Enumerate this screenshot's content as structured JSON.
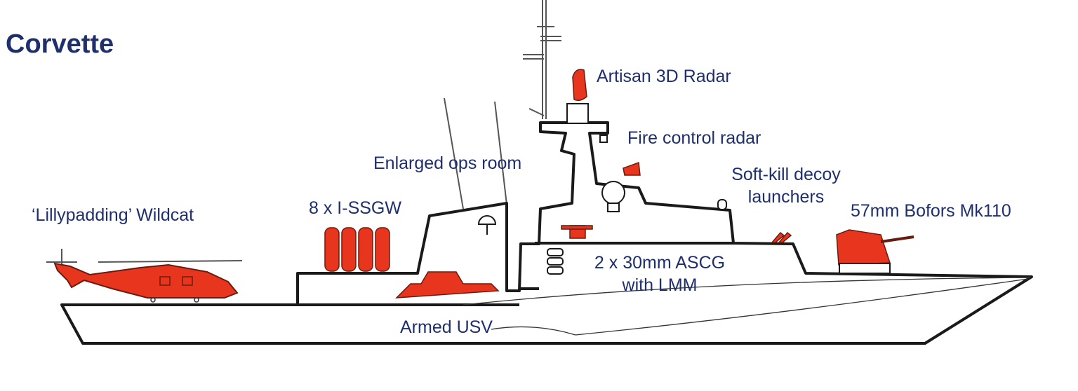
{
  "title": "Corvette",
  "colors": {
    "label": "#1f2f6e",
    "weapon": "#e8361e",
    "hull_stroke": "#1a1a1a",
    "highlight": "#d9d9d9"
  },
  "labels": {
    "wildcat": "‘Lillypadding’ Wildcat",
    "ssgw": "8 x I-SSGW",
    "ops_room": "Enlarged ops room",
    "radar_3d": "Artisan 3D Radar",
    "fire_control": "Fire control radar",
    "decoy_line1": "Soft-kill decoy",
    "decoy_line2": "launchers",
    "bofors": "57mm Bofors Mk110",
    "ascg_line1": "2 x 30mm ASCG",
    "ascg_line2": "with LMM",
    "usv": "Armed USV"
  }
}
